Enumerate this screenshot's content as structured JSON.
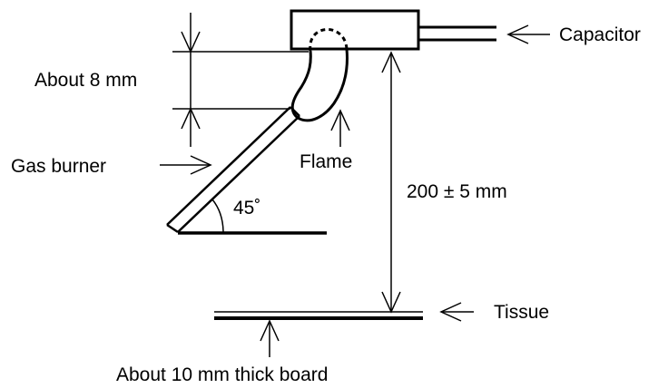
{
  "labels": {
    "about_8mm": "About 8 mm",
    "capacitor": "Capacitor",
    "gas_burner": "Gas burner",
    "flame": "Flame",
    "distance": "200 ± 5 mm",
    "angle": "45˚",
    "tissue": "Tissue",
    "board": "About 10 mm thick board"
  },
  "colors": {
    "stroke": "#000000",
    "background": "#ffffff"
  }
}
